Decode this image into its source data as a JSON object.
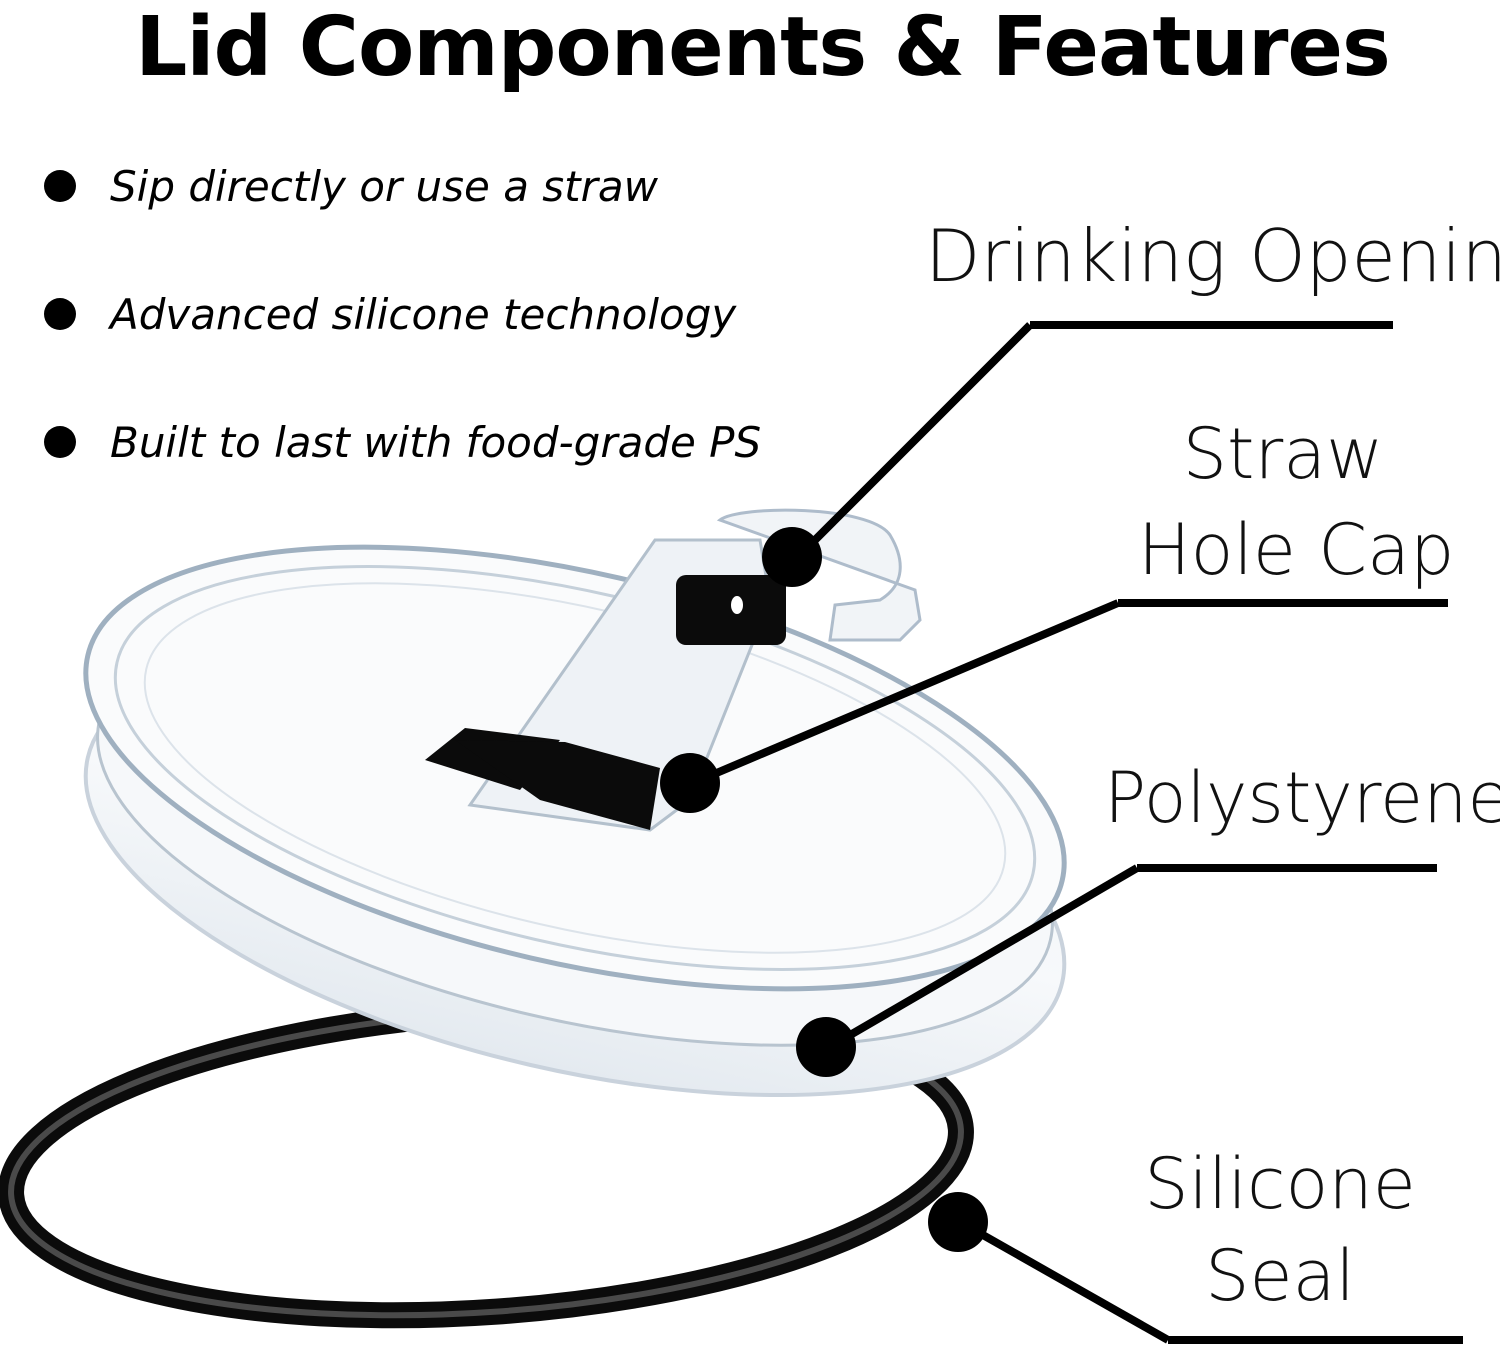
{
  "title": "Lid Components & Features",
  "features": [
    "Sip directly or use a straw",
    "Advanced silicone technology",
    "Built to last with food-grade PS"
  ],
  "callouts": {
    "drinking_opening": "Drinking Opening",
    "straw_hole_cap_line1": "Straw",
    "straw_hole_cap_line2": "Hole Cap",
    "polystyrene": "Polystyrene",
    "silicone_seal_line1": "Silicone",
    "silicone_seal_line2": "Seal"
  }
}
